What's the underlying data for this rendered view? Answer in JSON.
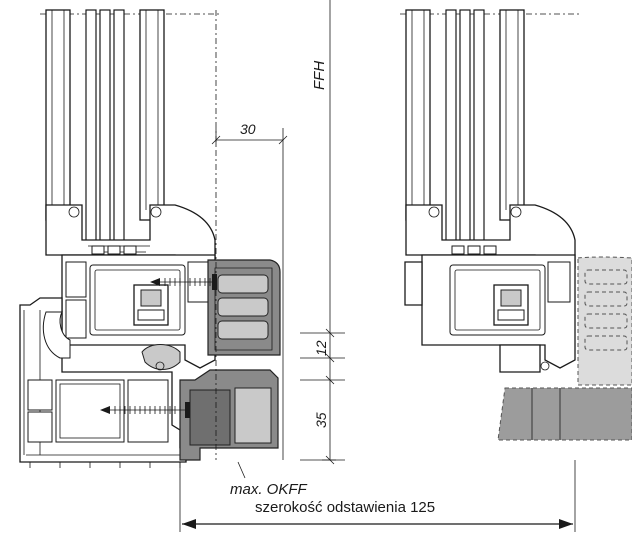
{
  "labels": {
    "ffh": "FFH",
    "dim_30": "30",
    "dim_12": "12",
    "dim_35": "35",
    "max_okff": "max. OKFF",
    "offset_width": "szerokość odstawienia 125"
  }
}
